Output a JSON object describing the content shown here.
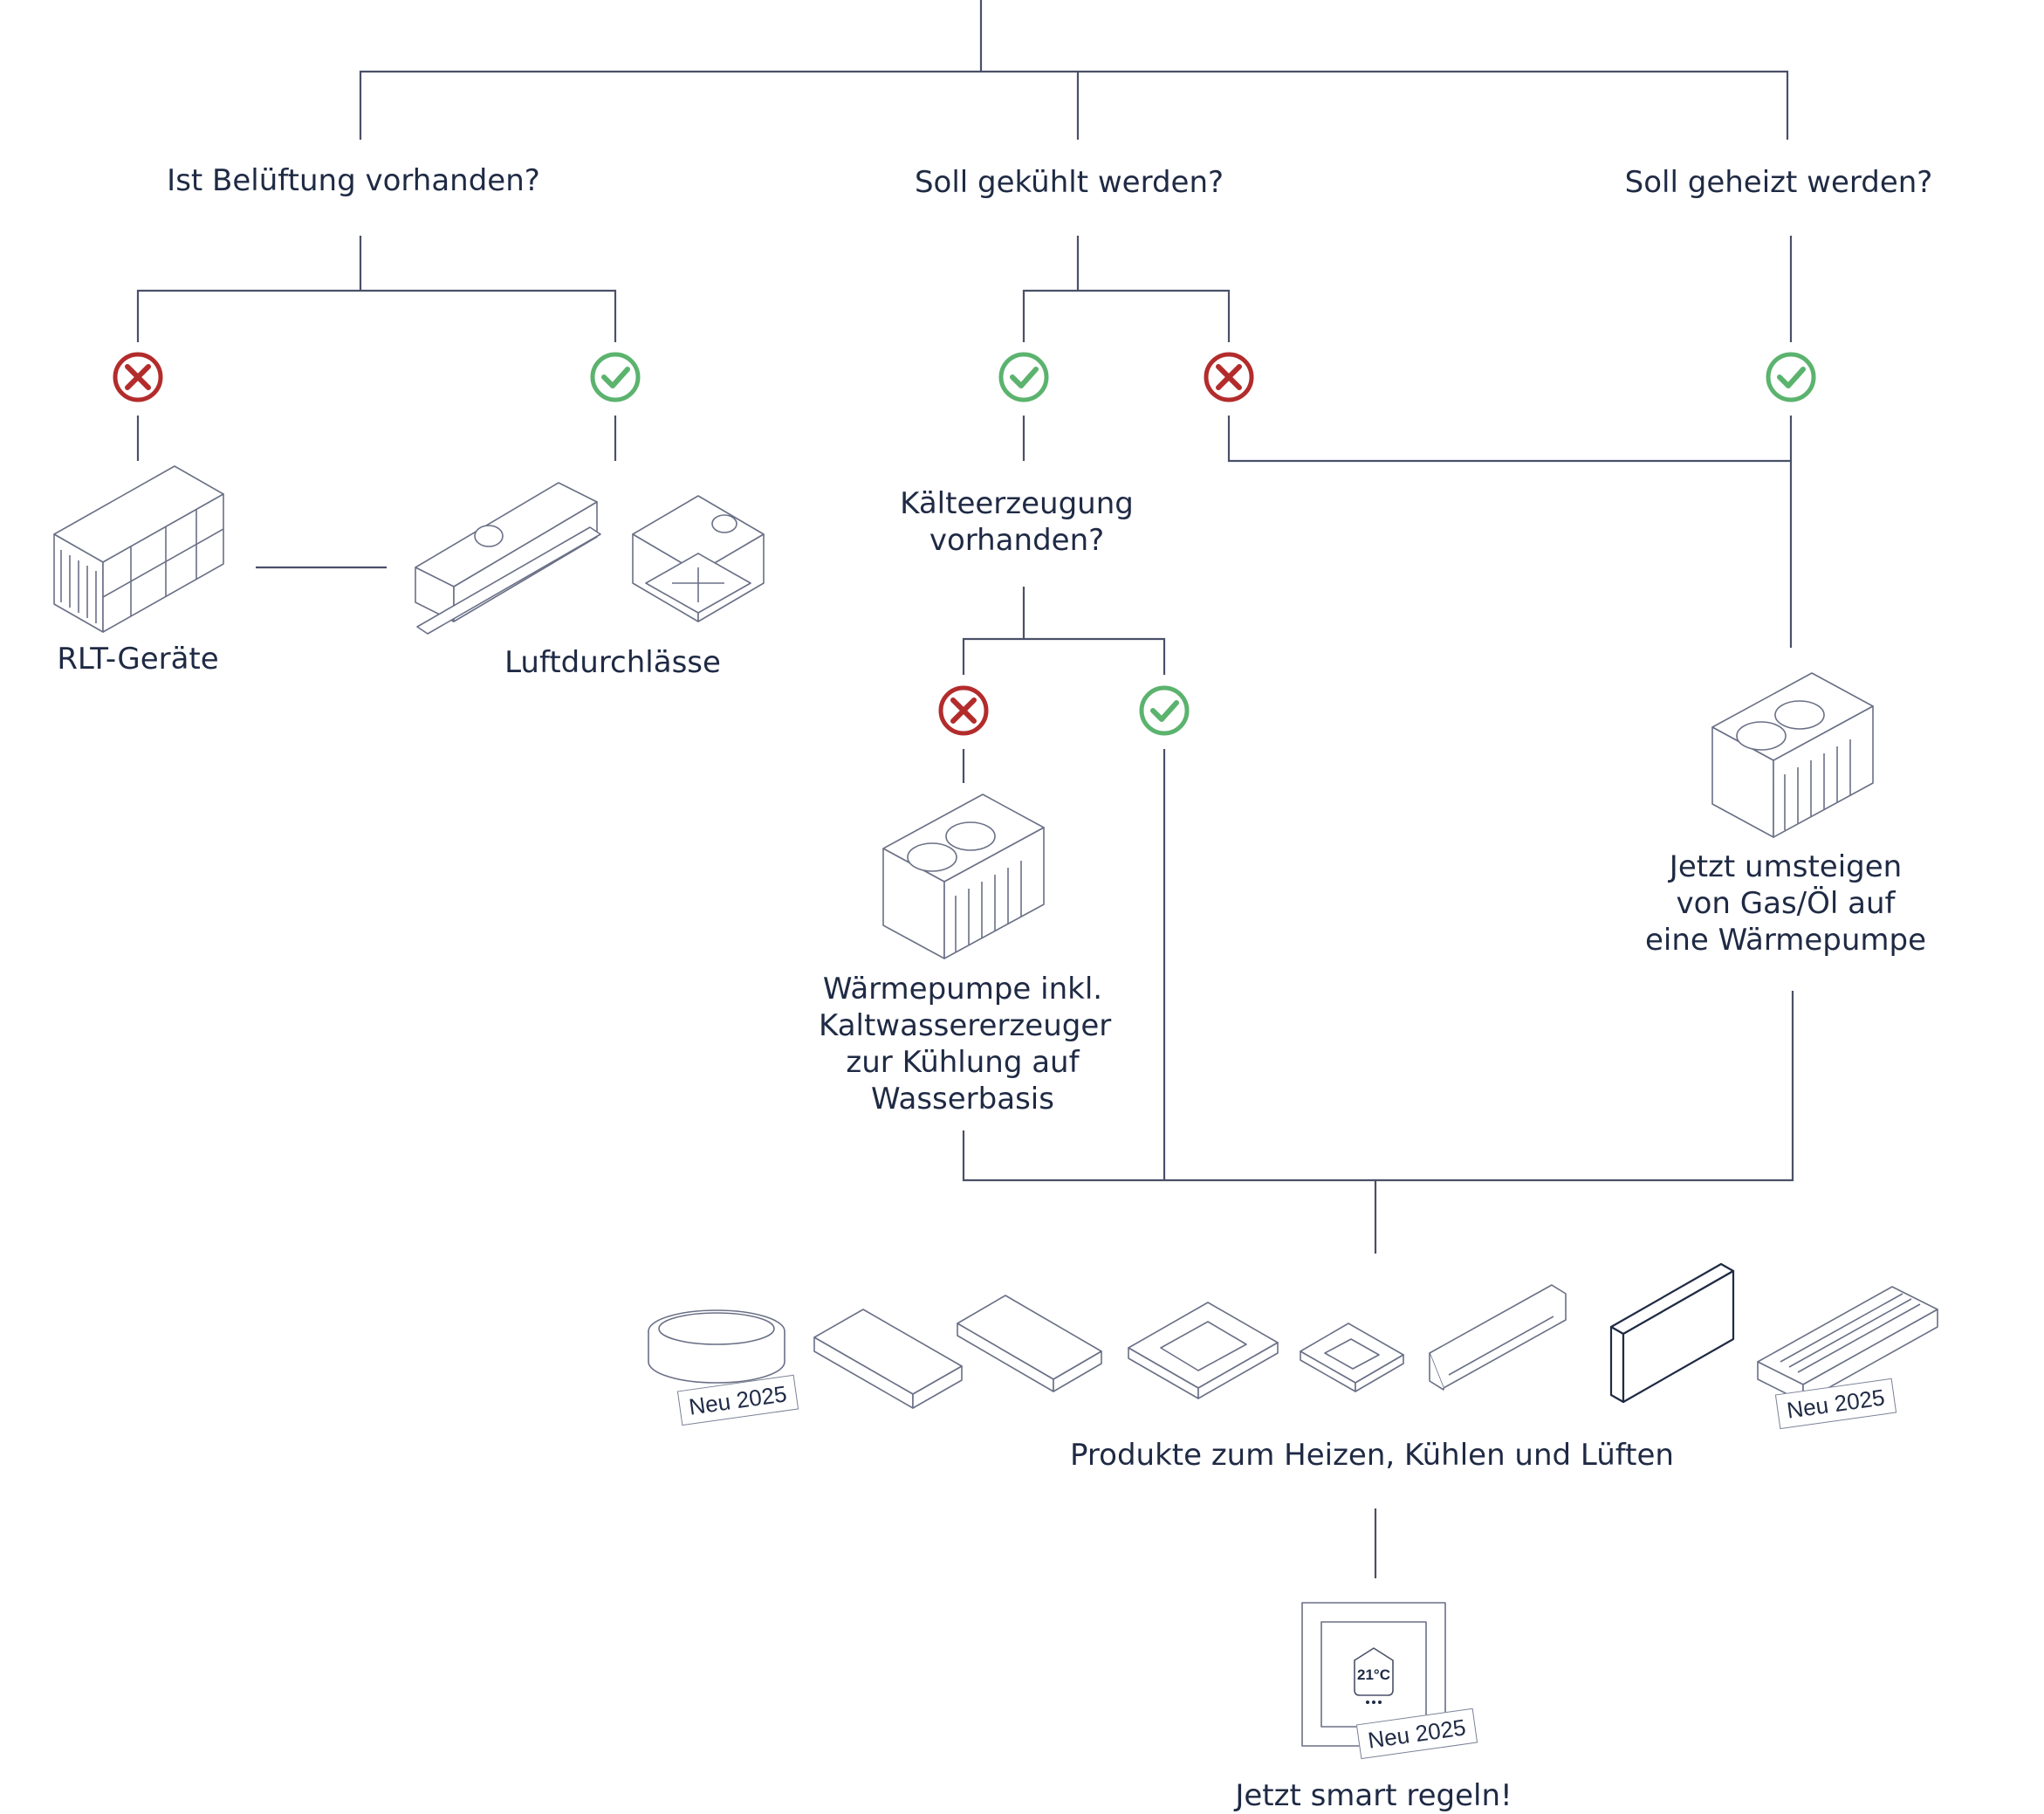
{
  "colors": {
    "line": "#4a5068",
    "yes": "#5bb36e",
    "no": "#b32c2c",
    "text": "#1f2a44"
  },
  "questions": {
    "ventilation": "Ist Belüftung vorhanden?",
    "cooling": "Soll gekühlt werden?",
    "heating": "Soll geheizt werden?",
    "cold_generation": "Kälteerzeugung vorhanden?"
  },
  "outcomes": {
    "rlt": "RLT-Geräte",
    "air_outlets": "Luftdurchlässe",
    "heat_pump_chiller": "Wärmepumpe inkl. Kaltwassererzeuger zur Kühlung auf Wasserbasis",
    "switch_heat_pump": "Jetzt umsteigen von Gas/Öl auf eine Wärmepumpe",
    "products": "Produkte zum Heizen, Kühlen und Lüften",
    "smart": "Jetzt smart regeln!"
  },
  "badges": {
    "new1": "Neu 2025",
    "new2": "Neu 2025",
    "new3": "Neu 2025"
  },
  "thermostat_display": "21°C",
  "icons": {
    "yes": "check-circle-icon",
    "no": "x-circle-icon"
  }
}
